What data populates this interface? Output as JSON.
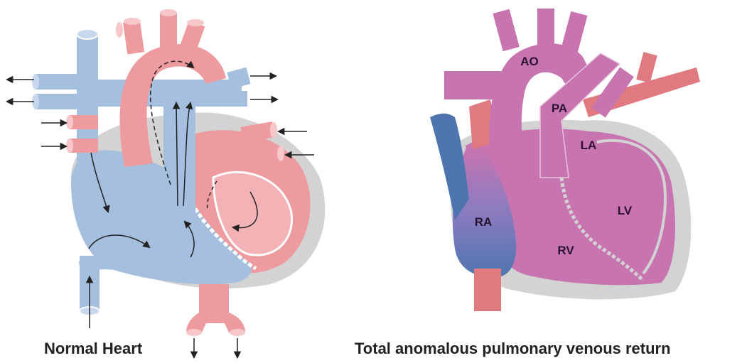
{
  "normal_heart": {
    "caption": "Normal Heart"
  },
  "tapvr_heart": {
    "caption": "Total anomalous pulmonary venous return",
    "labels": {
      "ao": "AO",
      "pa": "PA",
      "la": "LA",
      "lv": "LV",
      "ra": "RA",
      "rv": "RV"
    }
  },
  "colors": {
    "deoxygenated_blue": "#a5bfdf",
    "oxygenated_pink": "#ee9ba0",
    "mixed_magenta": "#c874b0",
    "dark_blue_vein": "#4f75b0",
    "red_vessel": "#e07a80",
    "pericardium_gray": "#d3d3d3",
    "arrow": "#222222"
  }
}
